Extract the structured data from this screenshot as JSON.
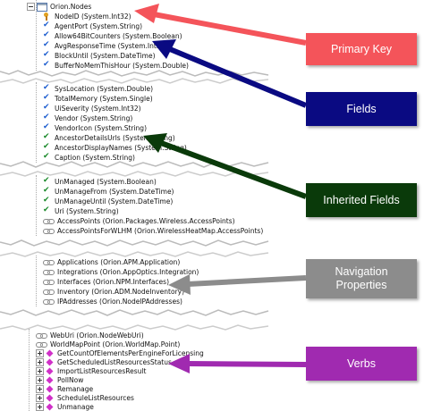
{
  "tree": {
    "root": "Orion.Nodes",
    "section1": [
      {
        "text": "NodeID (System.Int32)",
        "icon": "key"
      },
      {
        "text": "AgentPort (System.String)",
        "icon": "check"
      },
      {
        "text": "Allow64BitCounters (System.Boolean)",
        "icon": "check"
      },
      {
        "text": "AvgResponseTime (System.Int32)",
        "icon": "check"
      },
      {
        "text": "BlockUntil (System.DateTime)",
        "icon": "check"
      },
      {
        "text": "BufferNoMemThisHour (System.Double)",
        "icon": "check"
      }
    ],
    "section2": [
      {
        "text": "SysLocation (System.Double)",
        "icon": "check"
      },
      {
        "text": "TotalMemory (System.Single)",
        "icon": "check"
      },
      {
        "text": "UiSeverity (System.Int32)",
        "icon": "check"
      },
      {
        "text": "Vendor (System.String)",
        "icon": "check"
      },
      {
        "text": "VendorIcon (System.String)",
        "icon": "check"
      },
      {
        "text": "AncestorDetailsUrls (System.String)",
        "icon": "check-green"
      },
      {
        "text": "AncestorDisplayNames (System.String)",
        "icon": "check-green"
      },
      {
        "text": "Caption (System.String)",
        "icon": "check-green"
      }
    ],
    "section3": [
      {
        "text": "UnManaged (System.Boolean)",
        "icon": "check-green"
      },
      {
        "text": "UnManageFrom (System.DateTime)",
        "icon": "check-green"
      },
      {
        "text": "UnManageUntil (System.DateTime)",
        "icon": "check-green"
      },
      {
        "text": "Uri (System.String)",
        "icon": "check-green"
      },
      {
        "text": "AccessPoints (Orion.Packages.Wireless.AccessPoints)",
        "icon": "link"
      },
      {
        "text": "AccessPointsForWLHM (Orion.WirelessHeatMap.AccessPoints)",
        "icon": "link"
      }
    ],
    "section4": [
      {
        "text": "Applications (Orion.APM.Application)",
        "icon": "link"
      },
      {
        "text": "Integrations (Orion.AppOptics.Integration)",
        "icon": "link"
      },
      {
        "text": "Interfaces (Orion.NPM.Interfaces)",
        "icon": "link"
      },
      {
        "text": "Inventory (Orion.ADM.NodeInventory)",
        "icon": "link"
      },
      {
        "text": "IPAddresses (Orion.NodeIPAddresses)",
        "icon": "link"
      }
    ],
    "section5": [
      {
        "text": "WebUri (Orion.NodeWebUri)",
        "icon": "link"
      },
      {
        "text": "WorldMapPoint (Orion.WorldMap.Point)",
        "icon": "link"
      },
      {
        "text": "GetCountOfElementsPerEngineForLicensing",
        "icon": "verb"
      },
      {
        "text": "GetScheduledListResourcesStatus",
        "icon": "verb"
      },
      {
        "text": "ImportListResourcesResult",
        "icon": "verb"
      },
      {
        "text": "PollNow",
        "icon": "verb"
      },
      {
        "text": "Remanage",
        "icon": "verb"
      },
      {
        "text": "ScheduleListResources",
        "icon": "verb"
      },
      {
        "text": "Unmanage",
        "icon": "verb"
      }
    ]
  },
  "labels": {
    "primary_key": "Primary Key",
    "fields": "Fields",
    "inherited_fields": "Inherited Fields",
    "navigation_properties": "Navigation\nProperties",
    "verbs": "Verbs"
  },
  "colors": {
    "primary_key": "#f4545a",
    "fields": "#0a0a82",
    "inherited_fields": "#0a3a0a",
    "navigation_properties": "#8c8c8c",
    "verbs": "#a02ab0"
  }
}
